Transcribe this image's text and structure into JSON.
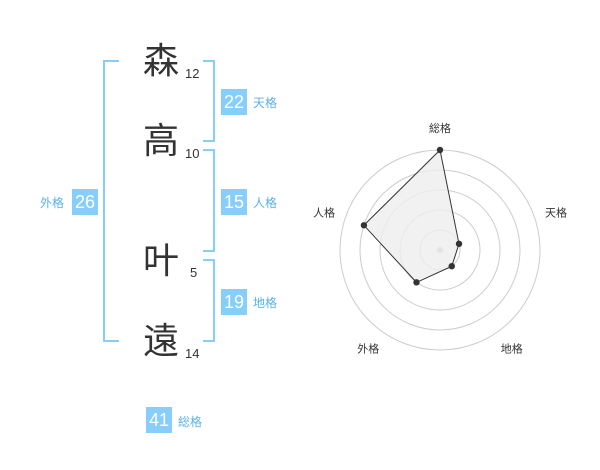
{
  "name": {
    "chars": [
      {
        "char": "森",
        "strokes": "12"
      },
      {
        "char": "高",
        "strokes": "10"
      },
      {
        "char": "叶",
        "strokes": "5"
      },
      {
        "char": "遠",
        "strokes": "14"
      }
    ]
  },
  "fortunes": {
    "tenkaku": {
      "value": "22",
      "label": "天格"
    },
    "jinkaku": {
      "value": "15",
      "label": "人格"
    },
    "chikaku": {
      "value": "19",
      "label": "地格"
    },
    "gaikaku": {
      "value": "26",
      "label": "外格"
    },
    "soukaku": {
      "value": "41",
      "label": "総格"
    }
  },
  "colors": {
    "accent": "#87cefa",
    "label": "#5ab1e8",
    "text": "#333333",
    "radar_fill": "#eeeeee",
    "radar_grid": "#cccccc"
  },
  "chart_data": {
    "type": "radar",
    "axes": [
      "総格",
      "天格",
      "地格",
      "外格",
      "人格"
    ],
    "values": [
      5,
      1,
      1,
      2,
      4
    ],
    "range": [
      0,
      5
    ],
    "grid": true
  }
}
